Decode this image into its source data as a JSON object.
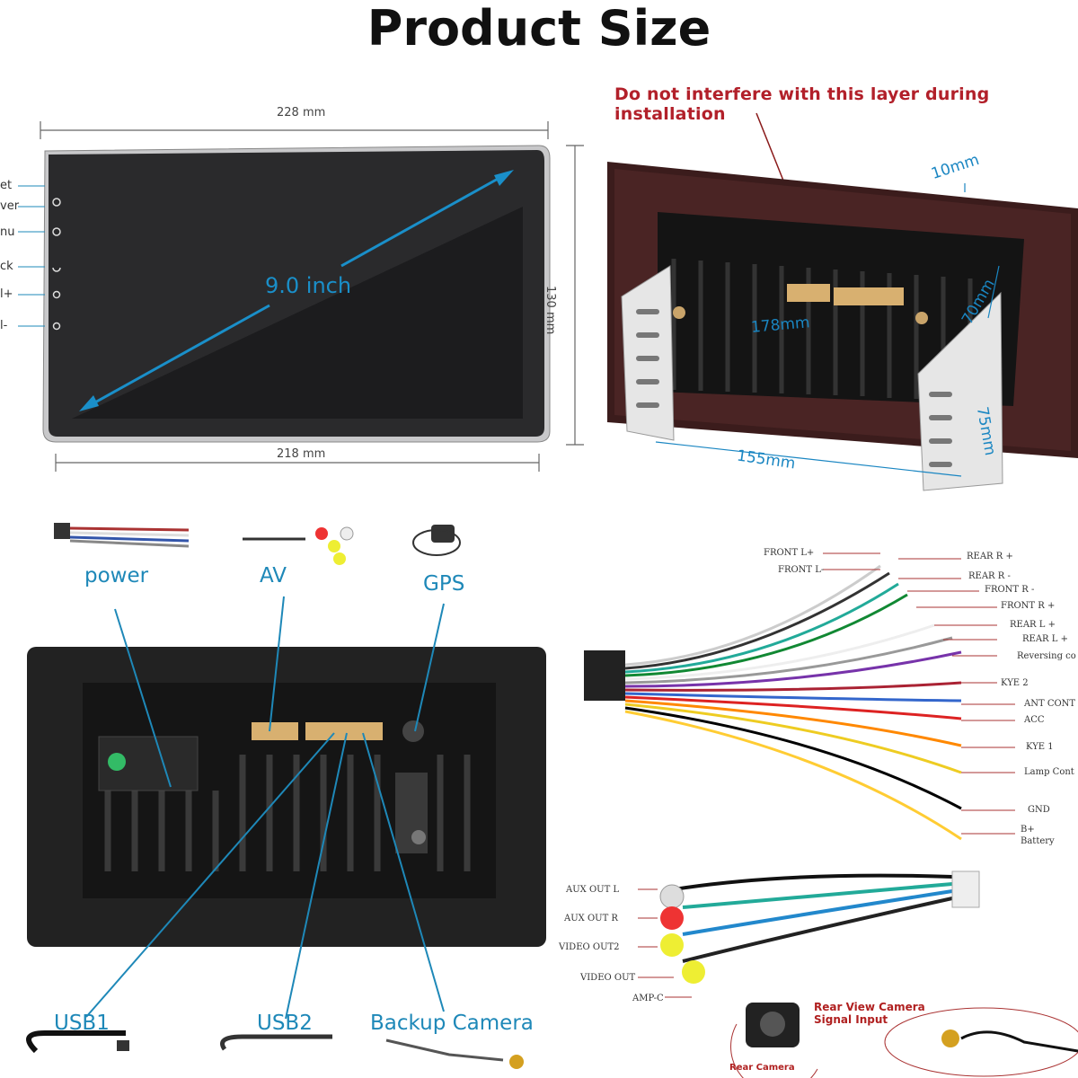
{
  "title": "Product Size",
  "front": {
    "width_top": "228 mm",
    "width_bottom": "218 mm",
    "height": "130 mm",
    "diagonal": "9.0 inch",
    "side_labels": [
      "et",
      "ver",
      "nu",
      "ck",
      "l+",
      "l-"
    ]
  },
  "mount": {
    "warning": "Do not interfere with this layer during installation",
    "depth_top": "10mm",
    "width_178": "178mm",
    "height_70": "70mm",
    "width_155": "155mm",
    "height_75": "75mm"
  },
  "accessories": {
    "power": "power",
    "av": "AV",
    "gps": "GPS",
    "usb1": "USB1",
    "usb2": "USB2",
    "backup_camera": "Backup Camera"
  },
  "power_harness": {
    "left_labels": [
      "FRONT L+",
      "FRONT L-"
    ],
    "right_labels": [
      "REAR R +",
      "REAR R -",
      "FRONT R -",
      "FRONT R +",
      "REAR L +",
      "REAR L +",
      "Reversing co",
      "KYE 2",
      "ANT CONT",
      "ACC",
      "KYE 1",
      "Lamp Cont",
      "GND",
      "B+",
      "Battery"
    ]
  },
  "av_harness": {
    "labels": [
      "AUX OUT L",
      "AUX OUT R",
      "VIDEO OUT2",
      "VIDEO OUT",
      "AMP-C"
    ],
    "camera_signal": "Rear View Camera Signal Input",
    "camera_name": "Rear Camera"
  },
  "colors": {
    "accent_blue": "#1e88b8",
    "warning_red": "#b2202a"
  }
}
